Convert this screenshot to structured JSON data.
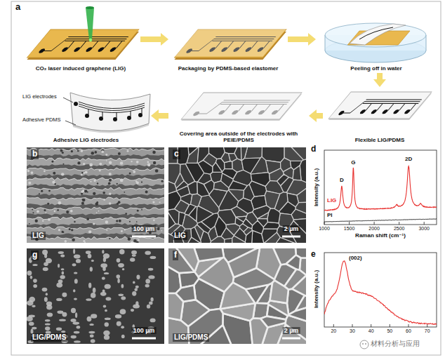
{
  "diagram": {
    "nodes": [
      {
        "text": [
          "CO₂ laser induced graphene (LIG)"
        ]
      },
      {
        "text": [
          "Packaging by PDMS-based elastomer"
        ]
      },
      {
        "text": [
          "Peeling off in water"
        ]
      },
      {
        "text": [
          "Flexible LIG/PDMS"
        ]
      },
      {
        "text": [
          "Covering area outside of the electrodes with PEIE/PDMS"
        ]
      },
      {
        "text": [
          "Adhesive LIG electrodes"
        ]
      }
    ],
    "edges": [
      {
        "from": 0,
        "to": 1,
        "arrow": "to"
      },
      {
        "from": 1,
        "to": 2,
        "arrow": "to"
      },
      {
        "from": 2,
        "to": 3,
        "arrow": "to"
      },
      {
        "from": 3,
        "to": 4,
        "arrow": "to"
      },
      {
        "from": 4,
        "to": 5,
        "arrow": "to"
      }
    ],
    "labels": [
      "a",
      "LIG electrodes",
      "Adhesive PDMS",
      "b",
      "LIG",
      "100 µm",
      "c",
      "LIG",
      "2 µm",
      "d",
      "D",
      "G",
      "2D",
      "LIG",
      "PI",
      "Intensity (a.u.)",
      "1000",
      "1500",
      "2000",
      "2500",
      "3000",
      "Raman shift (cm⁻¹)",
      "g",
      "LIG/PDMS",
      "100 µm",
      "f",
      "LIG/PDMS",
      "2 µm",
      "e",
      "(002)",
      "Intensity (a.u.)",
      "20",
      "30",
      "40",
      "50",
      "60",
      "70",
      "材料分析与应用"
    ]
  }
}
